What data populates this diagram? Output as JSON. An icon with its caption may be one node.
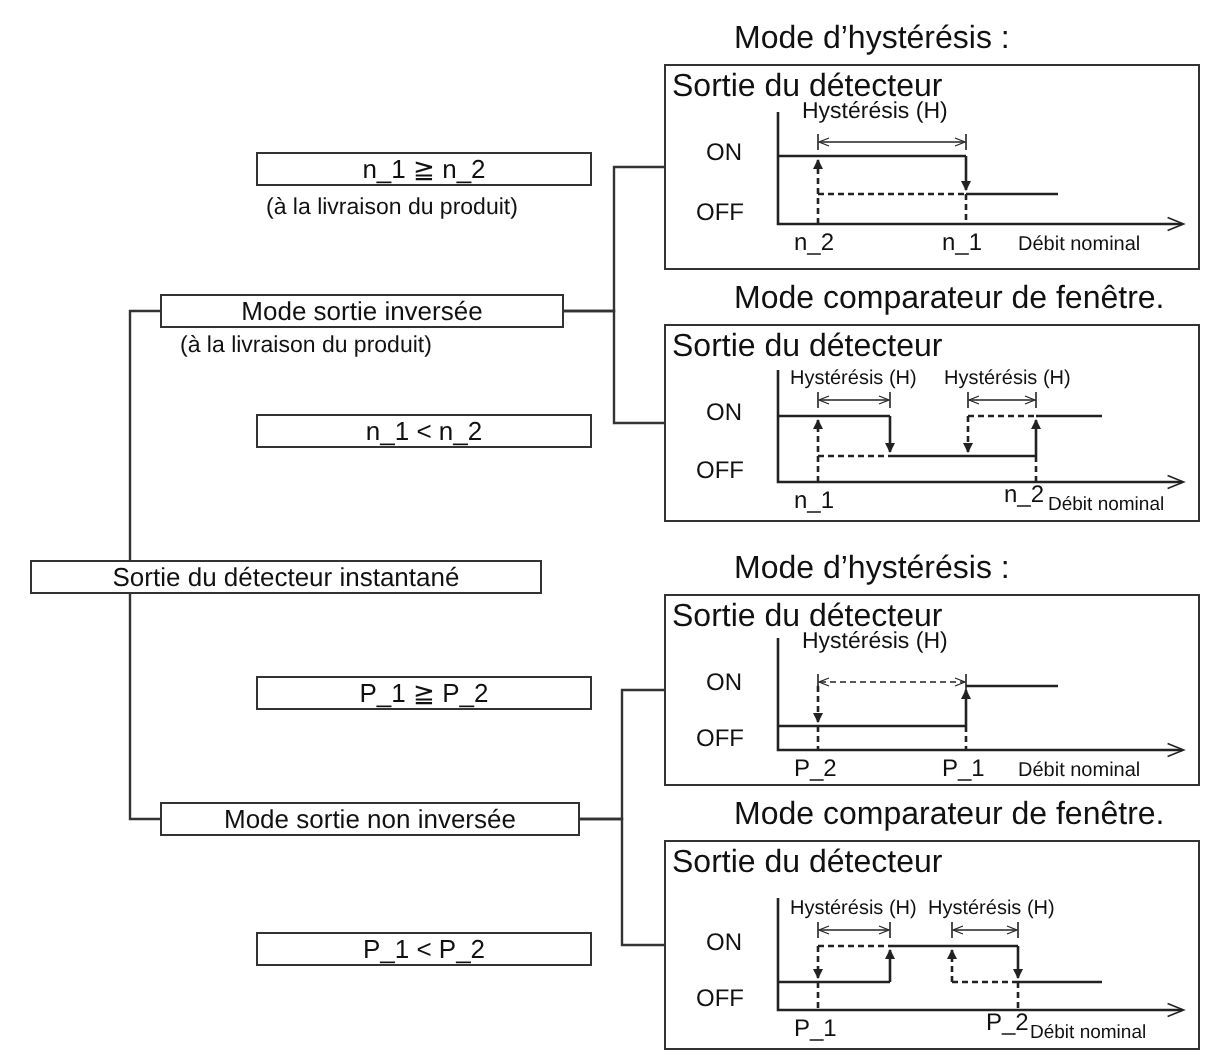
{
  "diagram": {
    "nodes": [
      {
        "text": [
          "Sortie du détecteur instantané"
        ]
      },
      {
        "text": [
          "Mode sortie inversée"
        ],
        "beside": [
          "(à la livraison du produit)"
        ]
      },
      {
        "text": [
          "n_1 ≧ n_2"
        ],
        "beside": [
          "(à la livraison du produit)"
        ]
      },
      {
        "text": [
          "n_1 < n_2"
        ]
      },
      {
        "text": [
          "Mode d’hystérésis :",
          "Sortie du détecteur",
          "Hystérésis (H)",
          "ON",
          "OFF",
          "n_2",
          "n_1",
          "Débit nominal"
        ]
      },
      {
        "text": [
          "Mode comparateur de fenêtre.",
          "Sortie du détecteur",
          "Hystérésis (H)",
          "Hystérésis (H)",
          "ON",
          "OFF",
          "n_1",
          "n_2",
          "Débit nominal"
        ]
      },
      {
        "text": [
          "P_1 ≧ P_2"
        ]
      },
      {
        "text": [
          "Mode sortie non inversée"
        ]
      },
      {
        "text": [
          "P_1 < P_2"
        ]
      },
      {
        "text": [
          "Mode d’hystérésis :",
          "Sortie du détecteur",
          "Hystérésis (H)",
          "ON",
          "OFF",
          "P_2",
          "P_1",
          "Débit nominal"
        ]
      },
      {
        "text": [
          "Mode comparateur de fenêtre.",
          "Sortie du détecteur",
          "Hystérésis (H)",
          "Hystérésis (H)",
          "ON",
          "OFF",
          "P_1",
          "P_2",
          "Débit nominal"
        ]
      }
    ],
    "edges": [
      {
        "from": 0,
        "to": 1,
        "arrow": "none"
      },
      {
        "from": 0,
        "to": 7,
        "arrow": "none"
      },
      {
        "from": 1,
        "to": 4,
        "arrow": "none"
      },
      {
        "from": 1,
        "to": 5,
        "arrow": "none"
      },
      {
        "from": 7,
        "to": 9,
        "arrow": "none"
      },
      {
        "from": 7,
        "to": 10,
        "arrow": "none"
      }
    ]
  }
}
